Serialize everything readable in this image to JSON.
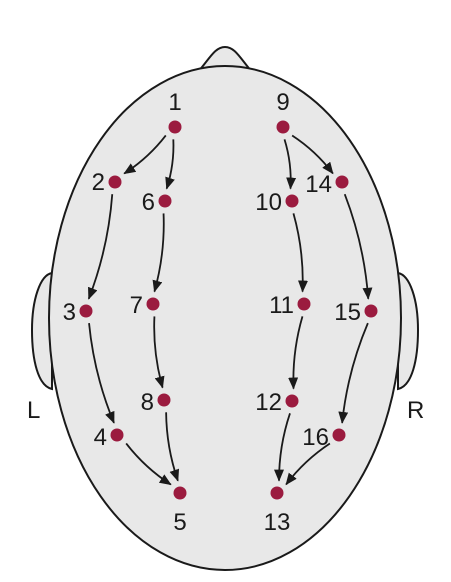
{
  "colors": {
    "head_fill": "#e8e8e8",
    "outline": "#1a1a1a",
    "electrode": "#9b1b3f",
    "text": "#1a1a1a"
  },
  "side_labels": {
    "left": "L",
    "right": "R"
  },
  "electrodes": [
    {
      "id": 1,
      "label": "1"
    },
    {
      "id": 2,
      "label": "2"
    },
    {
      "id": 3,
      "label": "3"
    },
    {
      "id": 4,
      "label": "4"
    },
    {
      "id": 5,
      "label": "5"
    },
    {
      "id": 6,
      "label": "6"
    },
    {
      "id": 7,
      "label": "7"
    },
    {
      "id": 8,
      "label": "8"
    },
    {
      "id": 9,
      "label": "9"
    },
    {
      "id": 10,
      "label": "10"
    },
    {
      "id": 11,
      "label": "11"
    },
    {
      "id": 12,
      "label": "12"
    },
    {
      "id": 13,
      "label": "13"
    },
    {
      "id": 14,
      "label": "14"
    },
    {
      "id": 15,
      "label": "15"
    },
    {
      "id": 16,
      "label": "16"
    }
  ],
  "chains": [
    [
      1,
      2,
      3,
      4,
      5
    ],
    [
      1,
      6,
      7,
      8,
      5
    ],
    [
      9,
      10,
      11,
      12,
      13
    ],
    [
      9,
      14,
      15,
      16,
      13
    ]
  ]
}
